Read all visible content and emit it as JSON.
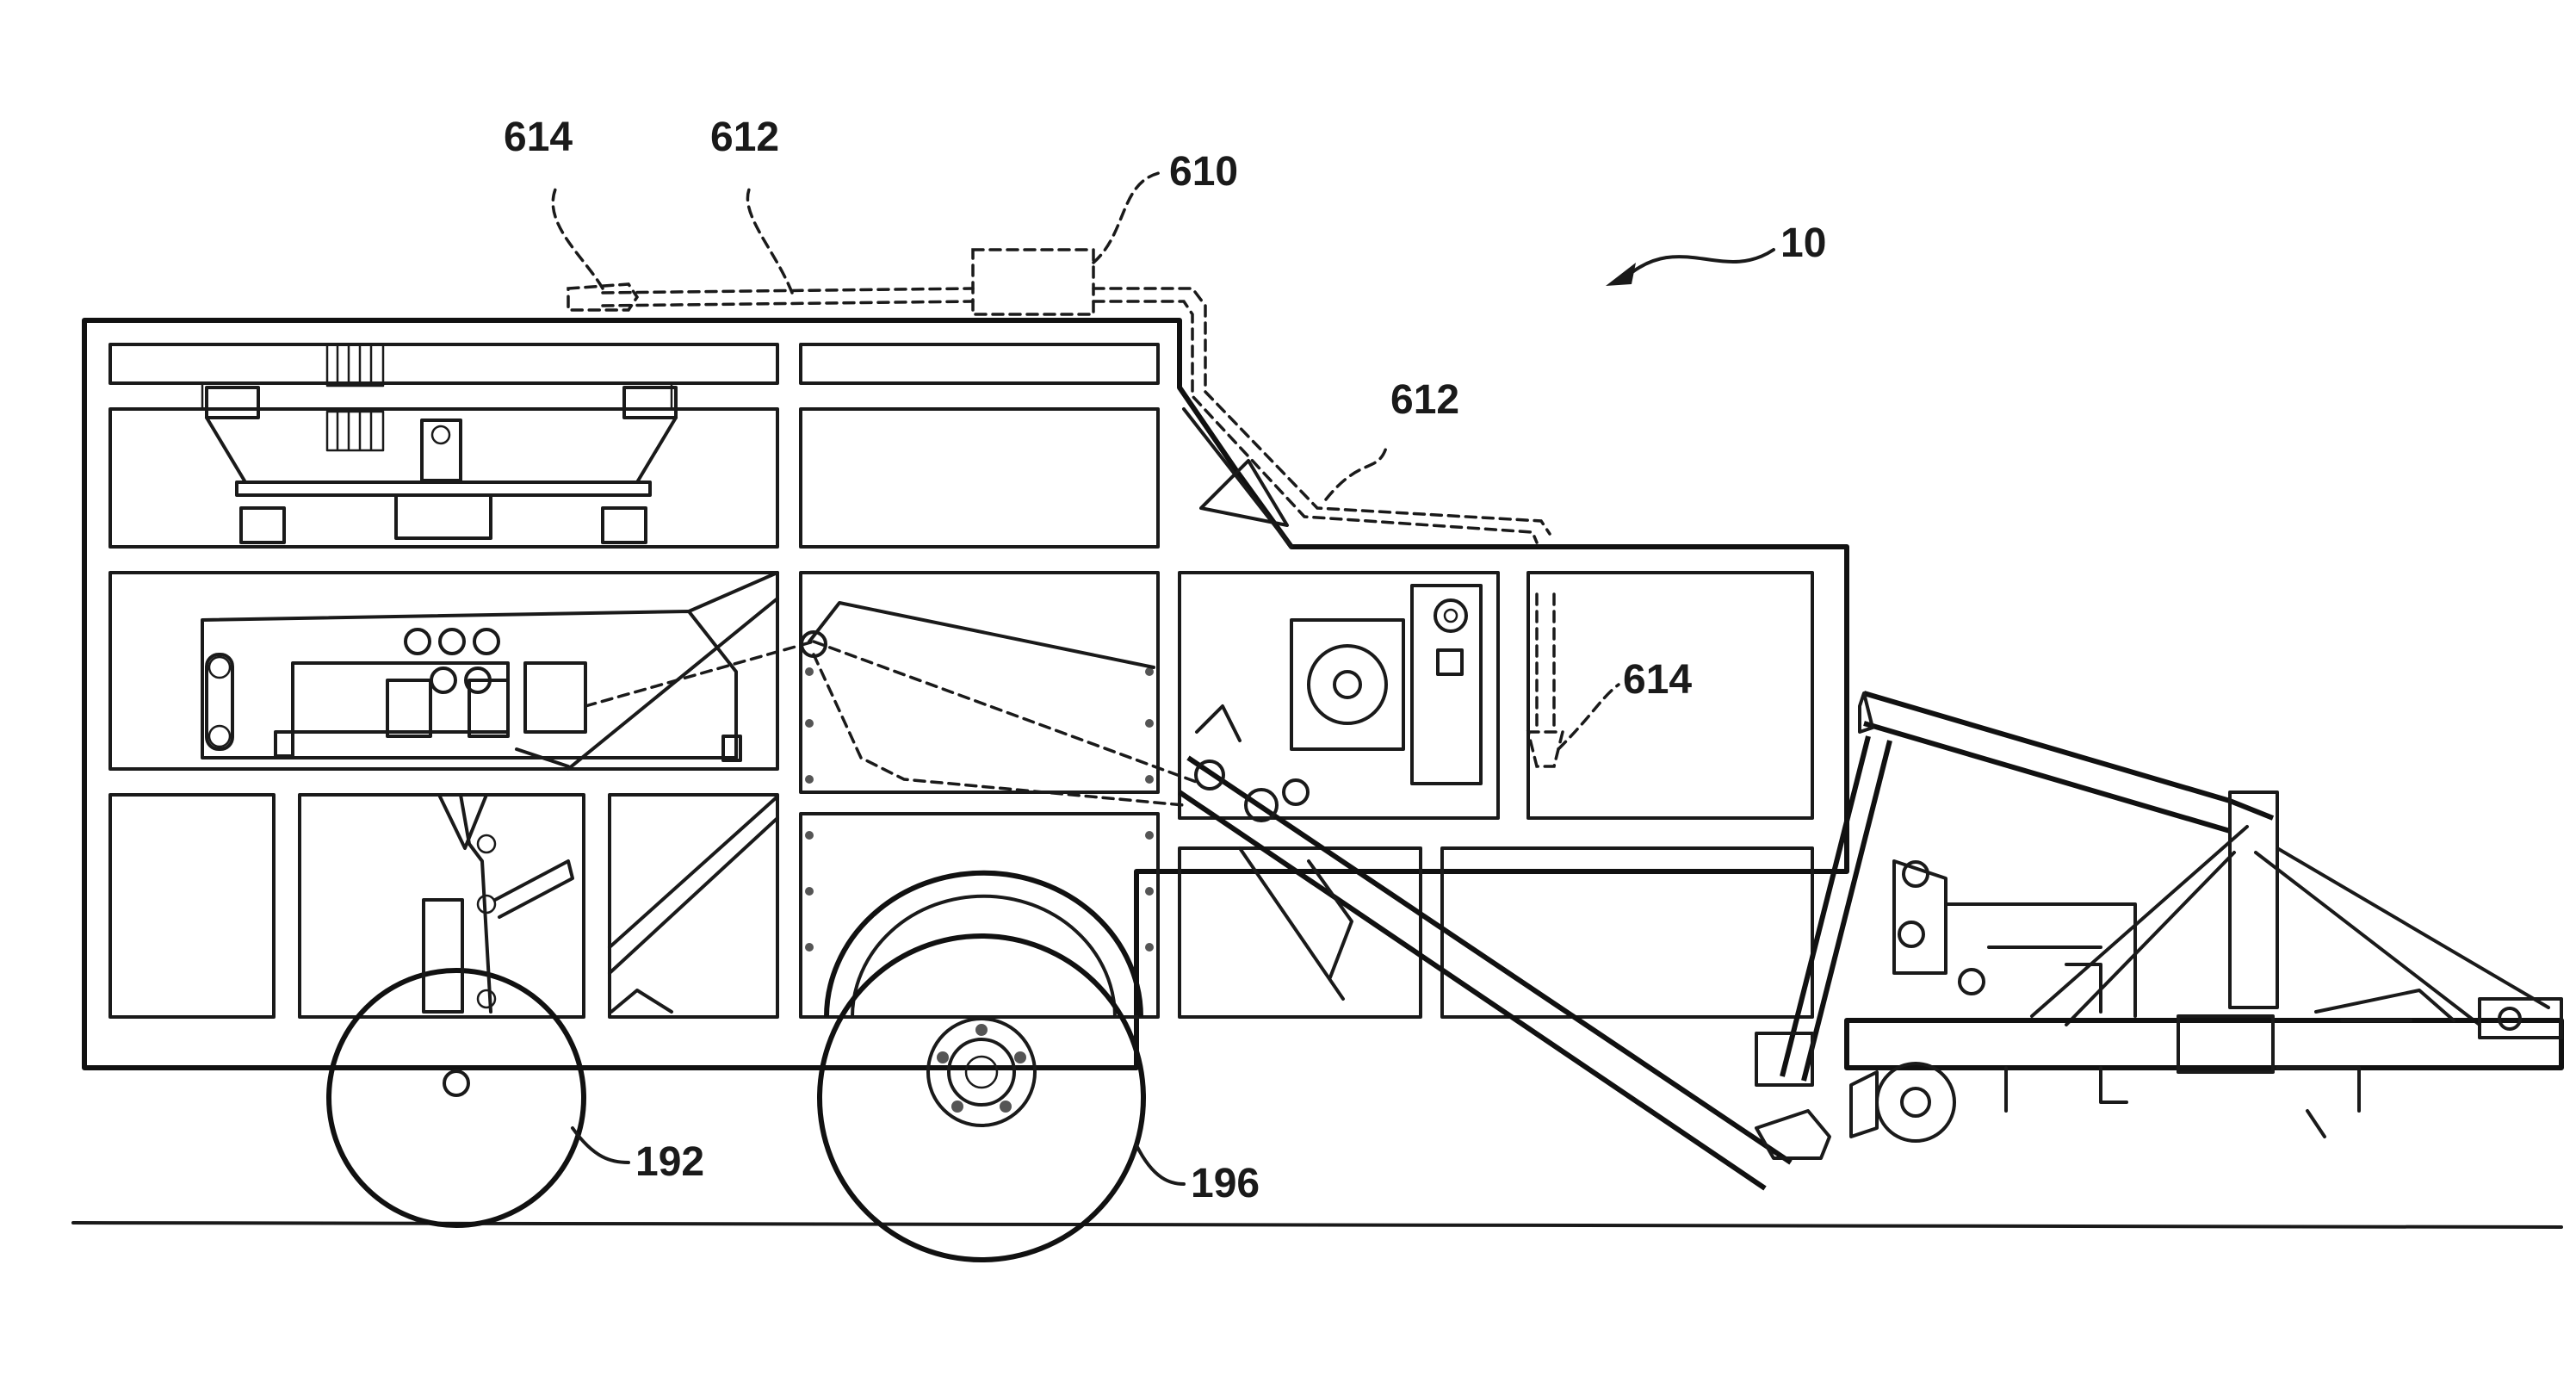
{
  "figure": {
    "reference_numerals": {
      "machine": "10",
      "wheel_front": "192",
      "wheel_rear": "196",
      "unit_top": "610",
      "conduit_top": "612",
      "conduit_side": "612",
      "nozzle_top": "614",
      "nozzle_side": "614"
    }
  }
}
